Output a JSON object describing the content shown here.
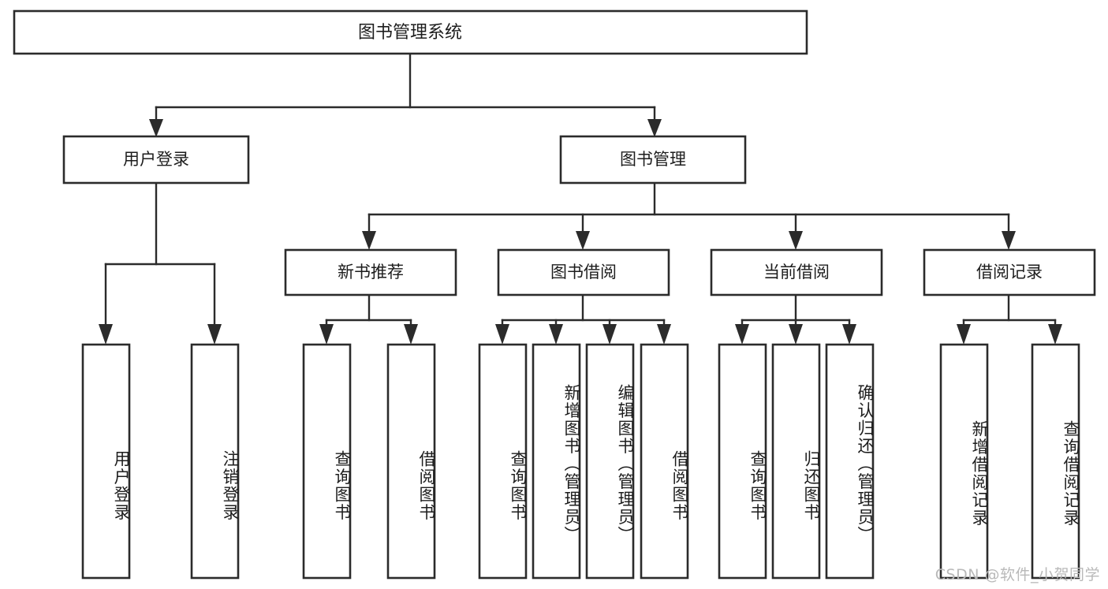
{
  "diagram": {
    "title": "图书管理系统",
    "type": "tree",
    "orientation": "top-down",
    "watermark": "CSDN @软件_小贺同学",
    "colors": {
      "stroke": "#2b2b2b",
      "fill": "#ffffff",
      "text": "#1d1d1d",
      "watermark": "#b9b9b9",
      "background": "#ffffff"
    },
    "nodes": {
      "root": {
        "id": "root",
        "label": "图书管理系统",
        "level": 1
      },
      "level2": [
        {
          "id": "user-login",
          "label": "用户登录",
          "level": 2
        },
        {
          "id": "book-manage",
          "label": "图书管理",
          "level": 2
        }
      ],
      "level3": [
        {
          "id": "new-book-recommend",
          "label": "新书推荐",
          "level": 3,
          "parent": "book-manage"
        },
        {
          "id": "book-borrow",
          "label": "图书借阅",
          "level": 3,
          "parent": "book-manage"
        },
        {
          "id": "current-borrow",
          "label": "当前借阅",
          "level": 3,
          "parent": "book-manage"
        },
        {
          "id": "borrow-record",
          "label": "借阅记录",
          "level": 3,
          "parent": "book-manage"
        }
      ],
      "leaves": [
        {
          "id": "leaf-user-login",
          "label": "用户登录",
          "parent": "user-login"
        },
        {
          "id": "leaf-logout-login",
          "label": "注销登录",
          "parent": "user-login"
        },
        {
          "id": "leaf-query-book-1",
          "label": "查询图书",
          "parent": "new-book-recommend"
        },
        {
          "id": "leaf-borrow-book-1",
          "label": "借阅图书",
          "parent": "new-book-recommend"
        },
        {
          "id": "leaf-query-book-2",
          "label": "查询图书",
          "parent": "book-borrow"
        },
        {
          "id": "leaf-add-book",
          "label": "新增图书（管理员）",
          "parent": "book-borrow"
        },
        {
          "id": "leaf-edit-book",
          "label": "编辑图书（管理员）",
          "parent": "book-borrow"
        },
        {
          "id": "leaf-borrow-book-2",
          "label": "借阅图书",
          "parent": "book-borrow"
        },
        {
          "id": "leaf-query-book-3",
          "label": "查询图书",
          "parent": "current-borrow"
        },
        {
          "id": "leaf-return-book",
          "label": "归还图书",
          "parent": "current-borrow"
        },
        {
          "id": "leaf-confirm-return",
          "label": "确认归还（管理员）",
          "parent": "current-borrow"
        },
        {
          "id": "leaf-add-record",
          "label": "新增借阅记录",
          "parent": "borrow-record"
        },
        {
          "id": "leaf-query-record",
          "label": "查询借阅记录",
          "parent": "borrow-record"
        }
      ]
    }
  }
}
